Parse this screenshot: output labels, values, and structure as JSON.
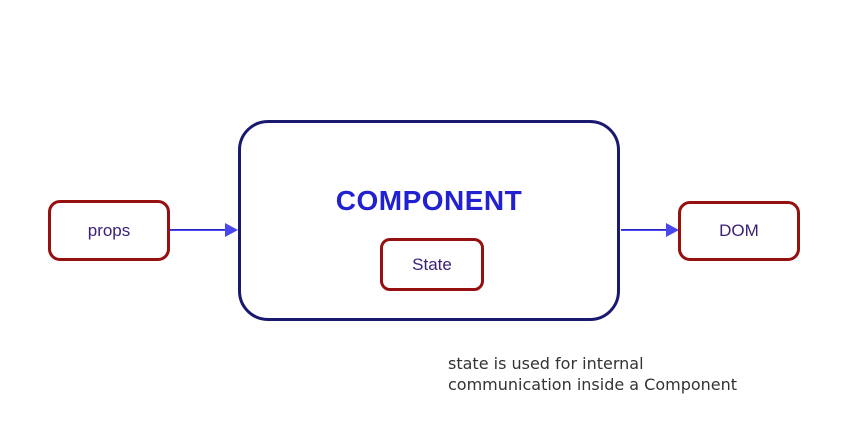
{
  "diagram": {
    "props_label": "props",
    "component_label": "COMPONENT",
    "state_label": "State",
    "dom_label": "DOM",
    "caption_line1": "state is used for internal",
    "caption_line2": "communication inside a Component"
  },
  "colors": {
    "box_border_red": "#961010",
    "component_border": "#191970",
    "component_text": "#2121d1",
    "label_text": "#3b2178",
    "arrow": "#4848ee",
    "caption_text": "#333333",
    "background": "#ffffff"
  }
}
